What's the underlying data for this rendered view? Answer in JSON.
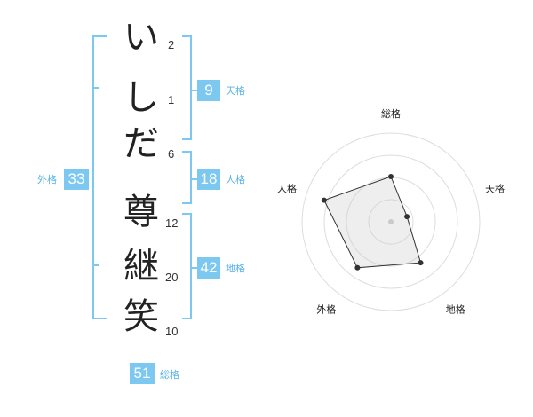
{
  "name_chars": [
    {
      "char": "い",
      "strokes": "2"
    },
    {
      "char": "し",
      "strokes": "1"
    },
    {
      "char": "だ",
      "strokes": "6"
    },
    {
      "char": "尊",
      "strokes": "12"
    },
    {
      "char": "継",
      "strokes": "20"
    },
    {
      "char": "笑",
      "strokes": "10"
    }
  ],
  "kakusu": {
    "tenkaku": {
      "value": "9",
      "label": "天格"
    },
    "jinkaku": {
      "value": "18",
      "label": "人格"
    },
    "chikaku": {
      "value": "42",
      "label": "地格"
    },
    "gaikaku": {
      "value": "33",
      "label": "外格"
    },
    "soukaku": {
      "value": "51",
      "label": "総格"
    }
  },
  "colors": {
    "accent": "#7cc8f0",
    "label_text": "#58b2e6"
  },
  "radar": {
    "axes": [
      "総格",
      "天格",
      "地格",
      "外格",
      "人格"
    ],
    "values": [
      0.51,
      0.19,
      0.57,
      0.64,
      0.79
    ],
    "rings": 4
  }
}
